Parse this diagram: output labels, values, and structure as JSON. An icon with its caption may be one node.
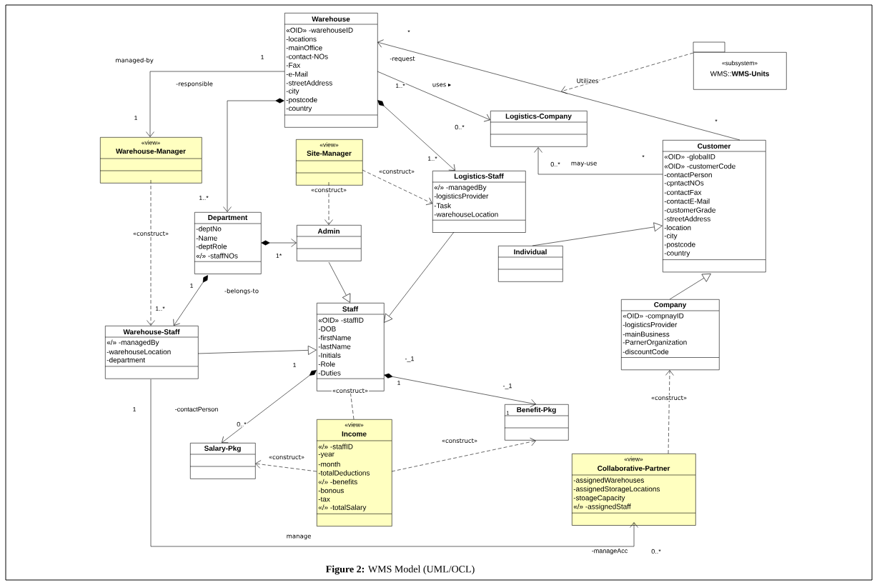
{
  "diagram": {
    "caption": "**Figure 2:** WMS Model (UML/OCL)",
    "nodes": [
      {
        "text": [
          "Warehouse",
          "«OID» -warehouseID",
          "-locations",
          "-mainOffice",
          "-contact-NOs",
          "-Fax",
          "-e-Mail",
          "-streetAddress",
          "-city",
          "-postcode",
          "-country"
        ]
      },
      {
        "text": [
          "«subsystem»",
          "WMS::**WMS-Units**"
        ]
      },
      {
        "text": [
          "Logistics-Company"
        ]
      },
      {
        "text": [
          "«view»",
          "Warehouse-Manager"
        ]
      },
      {
        "text": [
          "«view»",
          "Site-Manager"
        ]
      },
      {
        "text": [
          "Customer",
          "«OID» -globalID",
          "«OID» -customerCode",
          "-contactPerson",
          "-cpntactNOs",
          "-contactFax",
          "-contactE-Mail",
          "-customerGrade",
          "-streetAddress",
          "-location",
          "-city",
          "-postcode",
          "-country"
        ]
      },
      {
        "text": [
          "Logistics-Staff",
          "«/» -managedBy",
          "-logisticsProvider",
          "-Task",
          "-warehouseLocation"
        ]
      },
      {
        "text": [
          "Department",
          "-deptNo",
          "-Name",
          "-deptRole",
          "«/» -staffNOs"
        ]
      },
      {
        "text": [
          "Admin"
        ]
      },
      {
        "text": [
          "Individual"
        ]
      },
      {
        "text": [
          "Company",
          "«OID» -compnayID",
          "-logisticsProvider",
          "-mainBusiness",
          "-ParnerOrganization",
          "-discountCode"
        ]
      },
      {
        "text": [
          "Staff",
          "«OID» -staffID",
          "-DOB",
          "-firstName",
          "-lastName",
          "-Initials",
          "-Role",
          "-Duties"
        ]
      },
      {
        "text": [
          "Warehouse-Staff",
          "«/» -managedBy",
          "-warehouseLocation",
          "-department"
        ]
      },
      {
        "text": [
          "Benefit-Pkg"
        ]
      },
      {
        "text": [
          "Salary-Pkg"
        ]
      },
      {
        "text": [
          "«view»",
          "Income",
          "«/» -staffID",
          "-year",
          "-month",
          "-totalDeductions",
          "«/» -benefits",
          "-bonous",
          "-tax",
          "«/» -totalSalary"
        ]
      },
      {
        "text": [
          "«view»",
          "Collaborative-Partner",
          "-assignedWarehouses",
          "-assignedStorageLocations",
          "-stoageCapacity",
          "«/» -assignedStaff"
        ]
      }
    ],
    "edges": [
      {
        "from": 0,
        "to": 3,
        "arrow": "to",
        "label": "managed-by"
      },
      {
        "from": 0,
        "to": 7,
        "arrow": "to",
        "label": "-responsible"
      },
      {
        "from": 0,
        "to": 2,
        "arrow": "to",
        "label": "uses ▸"
      },
      {
        "from": 0,
        "to": 6,
        "arrow": "to"
      },
      {
        "from": 5,
        "to": 0,
        "arrow": "to",
        "label": "-request"
      },
      {
        "from": 1,
        "to": null,
        "arrow": "to",
        "style": "dashed",
        "label": "Utilizes"
      },
      {
        "from": 5,
        "to": 2,
        "arrow": "to",
        "label": "may-use"
      },
      {
        "from": 4,
        "to": 8,
        "arrow": "to",
        "style": "dashed",
        "label": "«construct»"
      },
      {
        "from": 4,
        "to": 6,
        "arrow": "to",
        "style": "dashed",
        "label": "«construct»"
      },
      {
        "from": 3,
        "to": 12,
        "arrow": "to",
        "style": "dashed",
        "label": "«construct»"
      },
      {
        "from": 7,
        "to": 8,
        "arrow": "to"
      },
      {
        "from": 7,
        "to": 12,
        "arrow": "to",
        "label": "-belongs-to"
      },
      {
        "from": 8,
        "to": 11,
        "arrow": "to"
      },
      {
        "from": 6,
        "to": 11,
        "arrow": "to"
      },
      {
        "from": 12,
        "to": 11,
        "arrow": "to"
      },
      {
        "from": 9,
        "to": 5,
        "arrow": "to"
      },
      {
        "from": 10,
        "to": 5,
        "arrow": "to"
      },
      {
        "from": 11,
        "to": 14,
        "arrow": "to"
      },
      {
        "from": 11,
        "to": 13,
        "arrow": "to"
      },
      {
        "from": 15,
        "to": 11,
        "arrow": "none",
        "style": "dashed",
        "label": "«construct»"
      },
      {
        "from": 15,
        "to": 14,
        "arrow": "to",
        "style": "dashed",
        "label": "«construct»"
      },
      {
        "from": 15,
        "to": 13,
        "arrow": "to",
        "style": "dashed",
        "label": "«construct»"
      },
      {
        "from": 16,
        "to": 10,
        "arrow": "to",
        "style": "dashed",
        "label": "«construct»"
      },
      {
        "from": 12,
        "to": 16,
        "arrow": "to",
        "label": "manage"
      }
    ],
    "labels": [
      "*",
      "1",
      "1..*",
      "1",
      "*",
      "0..*",
      "*",
      "1..*",
      "0..*",
      "1..*",
      "1*",
      "1",
      "1..*",
      "-_1",
      "1",
      "1",
      "-_1",
      "1",
      "-contactPerson",
      "0..*",
      "1",
      "-manageAcc",
      "0..*"
    ]
  }
}
